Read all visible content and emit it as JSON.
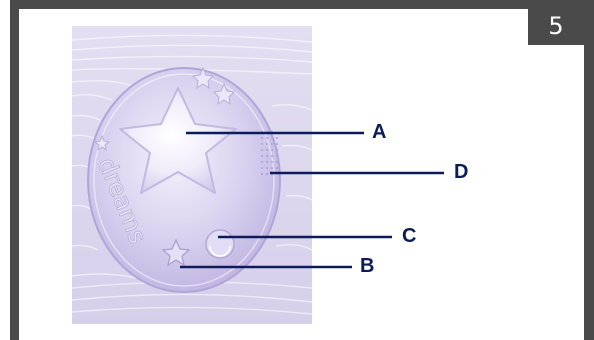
{
  "page_number": "5",
  "device": {
    "embossed_text": "dreams"
  },
  "callouts": [
    {
      "id": "A",
      "label": "A"
    },
    {
      "id": "B",
      "label": "B"
    },
    {
      "id": "C",
      "label": "C"
    },
    {
      "id": "D",
      "label": "D"
    }
  ],
  "colors": {
    "frame": "#4a4a4a",
    "leader_line": "#0c1b5a",
    "fabric": "#ddd6ee",
    "device": "#cfc6ea"
  }
}
